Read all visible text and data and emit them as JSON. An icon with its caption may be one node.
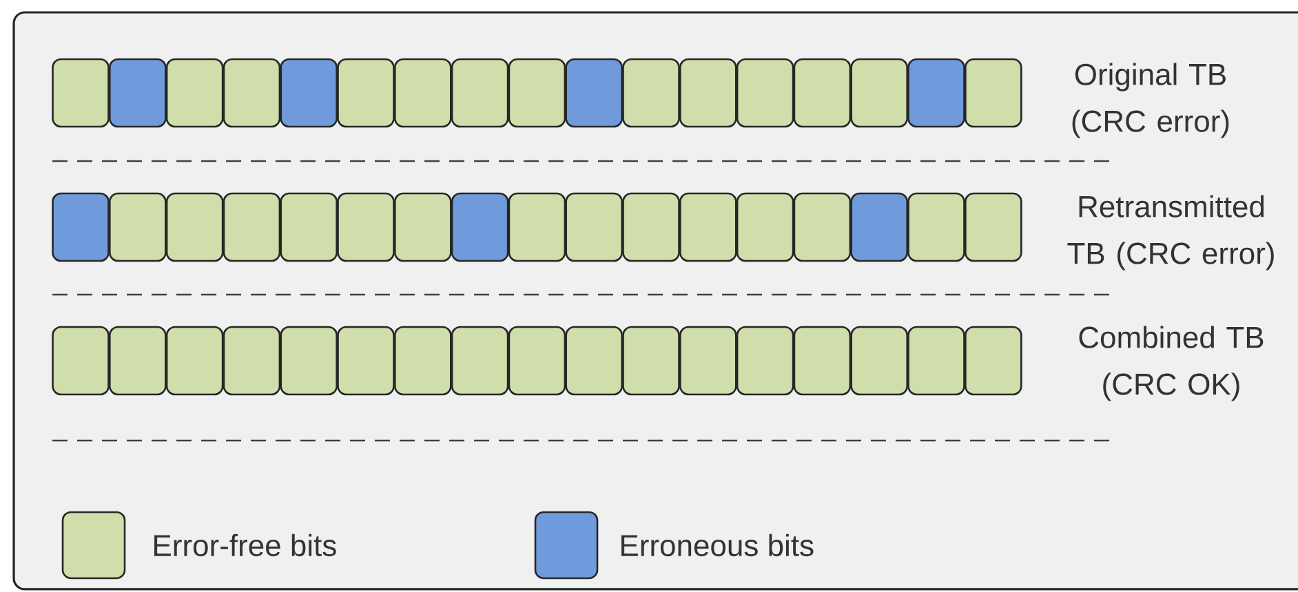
{
  "diagram": {
    "labels": [
      "Original TB (CRC error)",
      "Retransmitted TB (CRC error)",
      "Combined TB (CRC OK)"
    ],
    "legend": [
      {
        "text": "Error-free bits",
        "color": "#cfdeaa"
      },
      {
        "text": "Erroneous bits",
        "color": "#6f9bdc"
      }
    ]
  }
}
